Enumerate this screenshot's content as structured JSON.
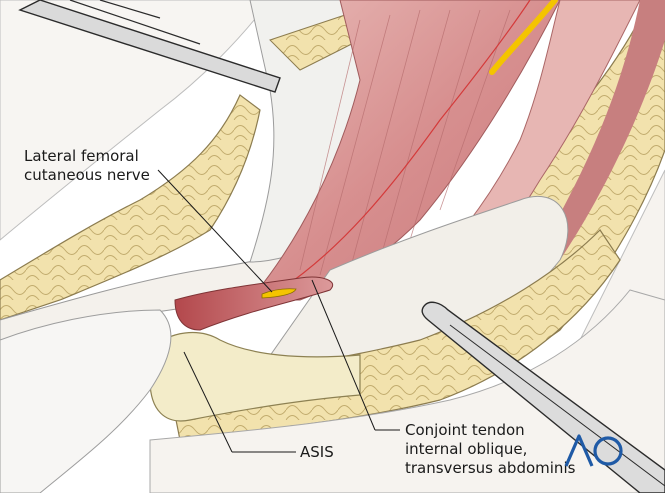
{
  "labels": {
    "lateral_femoral_nerve": [
      "Lateral femoral",
      "cutaneous nerve"
    ],
    "asis": "ASIS",
    "conjoint_tendon": [
      "Conjoint tendon",
      "internal oblique,",
      "transversus abdominis"
    ]
  },
  "logo": {
    "text": "AO",
    "color": "#1f5aa6"
  },
  "colors": {
    "fat": "#f1dfa8",
    "fat_outline": "#c9b57a",
    "muscle": "#d99a9a",
    "muscle_dark": "#b8565a",
    "fascia": "#f3efe9",
    "nerve": "#f4c400",
    "instrument": "#d8d8d8",
    "instrument_outline": "#2b2b2b"
  }
}
